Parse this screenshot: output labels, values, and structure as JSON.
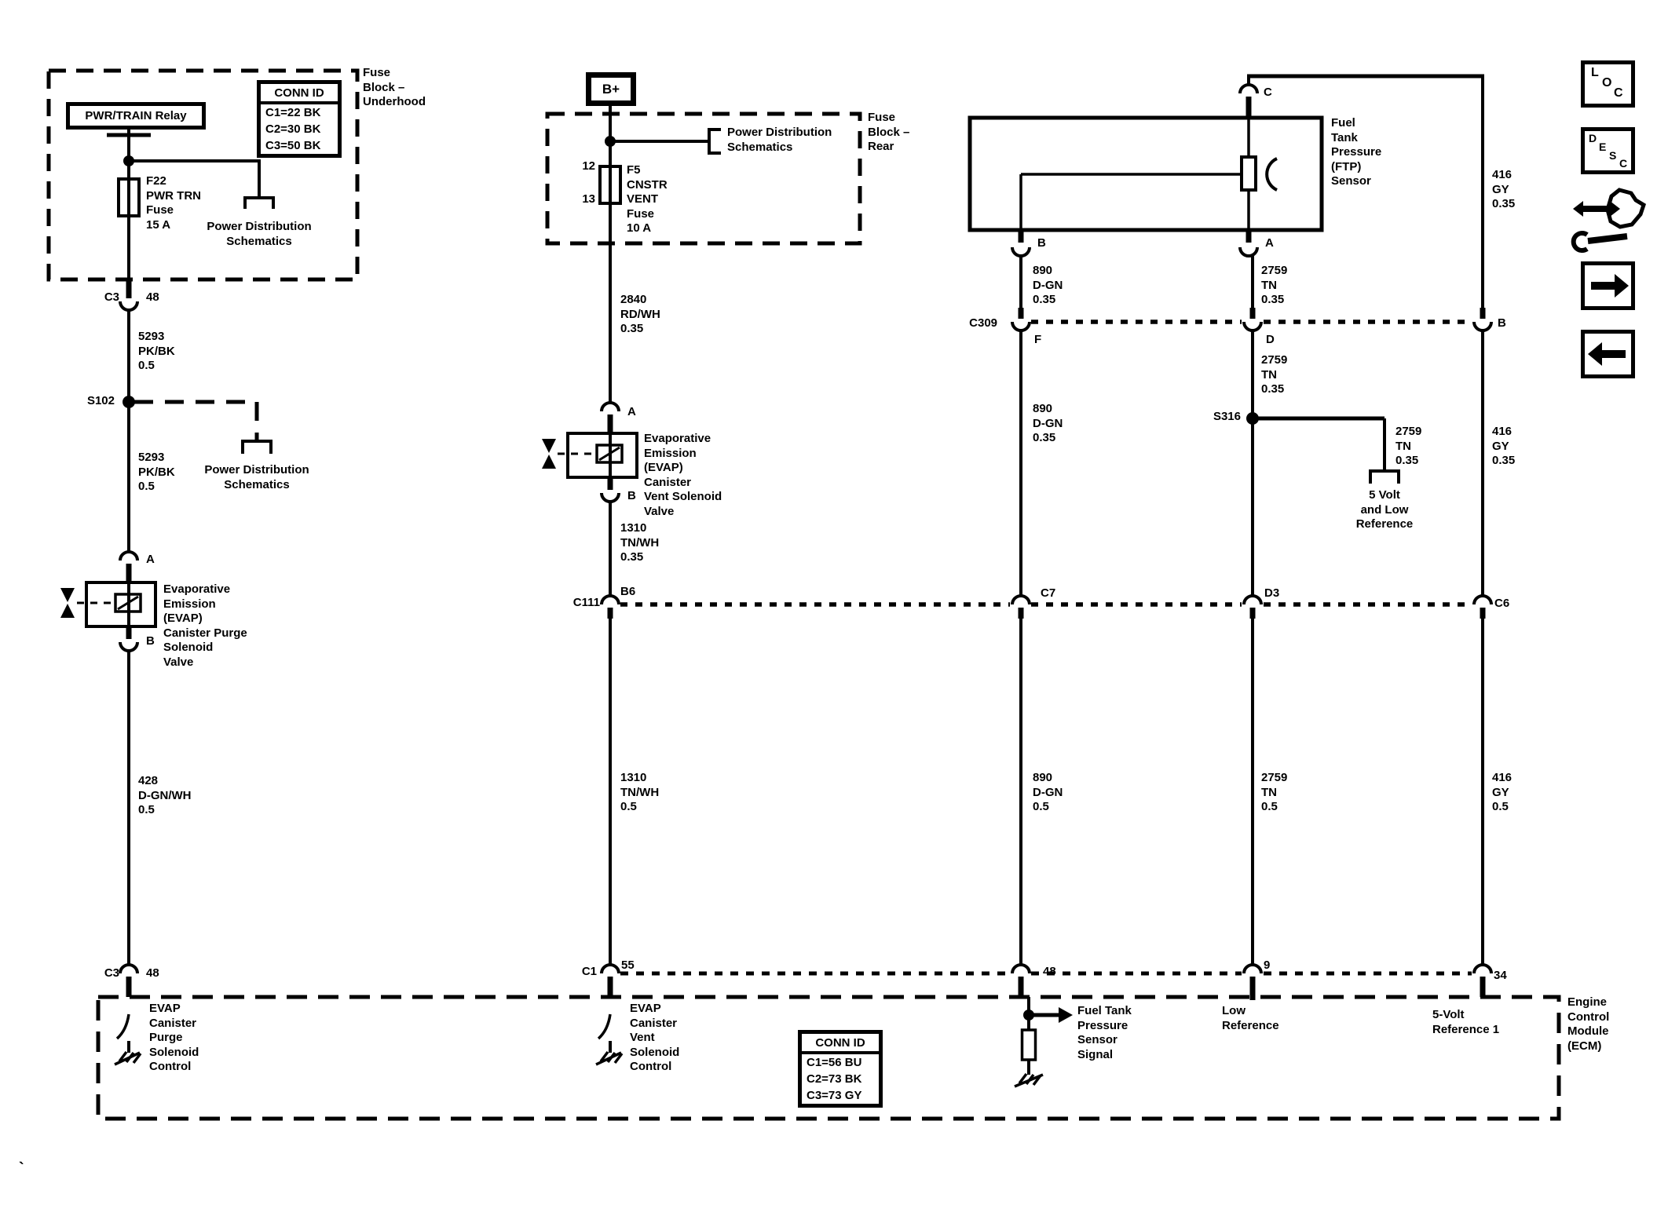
{
  "underhood": {
    "name": "Fuse\nBlock –\nUnderhood",
    "relay": "PWR/TRAIN Relay",
    "conn_id": {
      "title": "CONN ID",
      "rows": [
        "C1=22 BK",
        "C2=30 BK",
        "C3=50 BK"
      ]
    },
    "fuse": "F22\nPWR TRN\nFuse\n15 A",
    "power_dist_ref": "Power Distribution\nSchematics"
  },
  "purge": {
    "conn_c3": "C3",
    "pin_48": "48",
    "wire_5293": "5293\nPK/BK\n0.5",
    "splice_s102": "S102",
    "power_dist_ref": "Power Distribution\nSchematics",
    "pin_a": "A",
    "pin_b": "B",
    "valve": "Evaporative\nEmission\n(EVAP)\nCanister Purge\nSolenoid\nValve",
    "wire_428": "428\nD-GN/WH\n0.5",
    "ecm_conn_c3": "C3",
    "ecm_pin_48": "48"
  },
  "vent": {
    "bplus": "B+",
    "rear_block": {
      "name": "Fuse\nBlock –\nRear",
      "power_dist_ref": "Power Distribution\nSchematics",
      "pin_12": "12",
      "pin_13": "13",
      "fuse": "F5\nCNSTR\nVENT\nFuse\n10 A"
    },
    "wire_2840": "2840\nRD/WH\n0.35",
    "pin_a": "A",
    "pin_b": "B",
    "valve": "Evaporative\nEmission\n(EVAP)\nCanister\nVent Solenoid\nValve",
    "wire_1310_035": "1310\nTN/WH\n0.35",
    "wire_1310_05": "1310\nTN/WH\n0.5",
    "ecm_conn_c1": "C1",
    "ecm_pin_55": "55"
  },
  "c111": {
    "name": "C111",
    "cav_b6": "B6",
    "cav_c7": "C7",
    "cav_d3": "D3",
    "cav_c6": "C6"
  },
  "c309": {
    "name": "C309",
    "cav_f": "F",
    "cav_d": "D",
    "cav_b": "B"
  },
  "ftp": {
    "name": "Fuel\nTank\nPressure\n(FTP)\nSensor",
    "pin_c": "C",
    "pin_b": "B",
    "pin_a": "A",
    "wire_890_035": "890\nD-GN\n0.35",
    "wire_2759_035": "2759\nTN\n0.35",
    "wire_416_035": "416\nGY\n0.35",
    "wire_890_05": "890\nD-GN\n0.5",
    "wire_2759_05": "2759\nTN\n0.5",
    "wire_416_05": "416\nGY\n0.5",
    "splice_s316": "S316",
    "ref_5v_low": "5 Volt\nand Low\nReference"
  },
  "ecm": {
    "name": "Engine\nControl\nModule\n(ECM)",
    "purge_control": "EVAP\nCanister\nPurge\nSolenoid\nControl",
    "vent_control": "EVAP\nCanister\nVent\nSolenoid\nControl",
    "ftp_signal": "Fuel Tank\nPressure\nSensor\nSignal",
    "low_ref": "Low\nReference",
    "ref_5v": "5-Volt\nReference 1",
    "pin_48": "48",
    "pin_9": "9",
    "pin_34": "34",
    "conn_id": {
      "title": "CONN ID",
      "rows": [
        "C1=56 BU",
        "C2=73 BK",
        "C3=73 GY"
      ]
    }
  },
  "toolbar": {
    "loc": [
      "L",
      "O",
      "C"
    ],
    "desc": [
      "D",
      "E",
      "S",
      "C"
    ]
  },
  "misc": {
    "stray_mark": "`"
  },
  "colors": {
    "line": "#000000",
    "background": "#ffffff"
  }
}
